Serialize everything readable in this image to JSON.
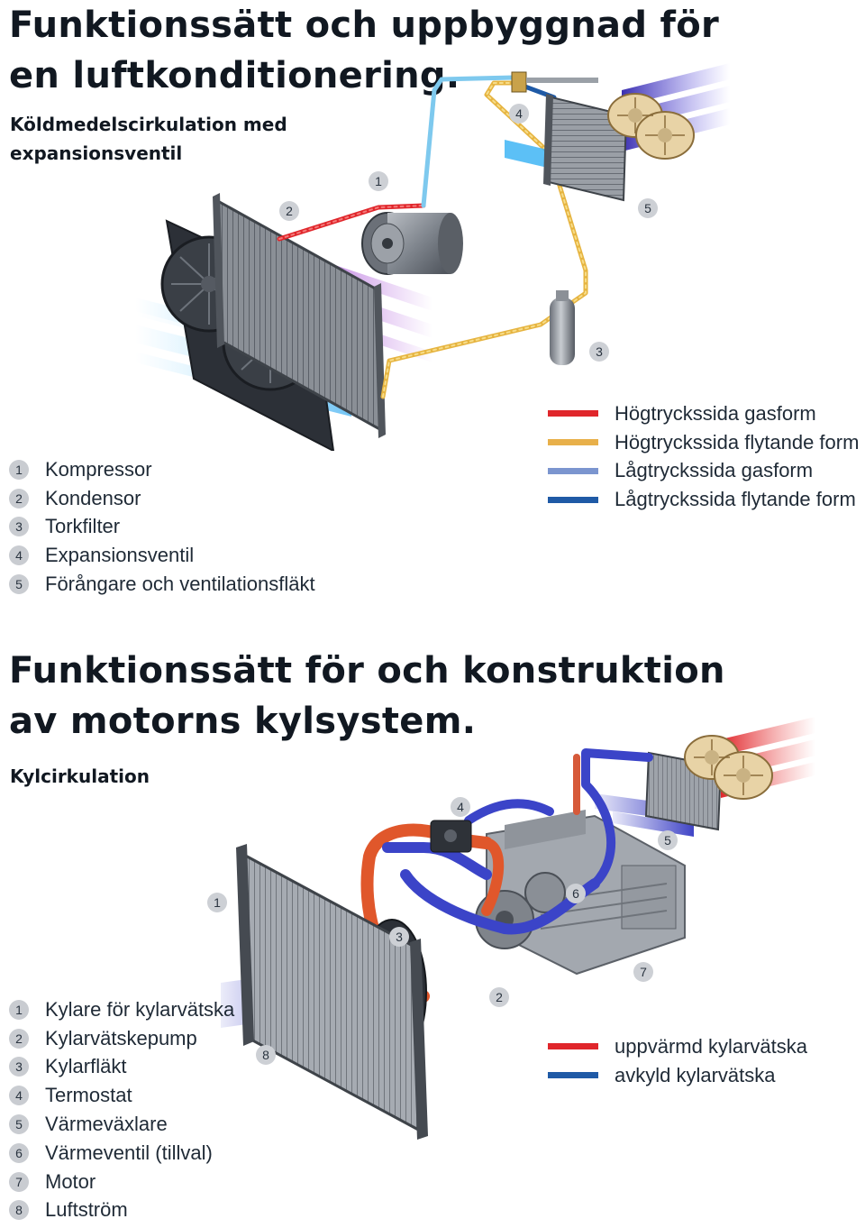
{
  "ac_section": {
    "title_line1": "Funktionssätt och uppbyggnad för",
    "title_line2": "en luftkonditionering.",
    "subtitle_line1": "Köldmedelscirkulation med",
    "subtitle_line2": "expansionsventil",
    "callouts": [
      "1",
      "2",
      "3",
      "4",
      "5"
    ],
    "components": [
      {
        "num": "1",
        "label": "Kompressor"
      },
      {
        "num": "2",
        "label": "Kondensor"
      },
      {
        "num": "3",
        "label": "Torkfilter"
      },
      {
        "num": "4",
        "label": "Expansionsventil"
      },
      {
        "num": "5",
        "label": "Förångare och ventilationsfläkt"
      }
    ],
    "line_key": [
      {
        "label": "Högtryckssida gasform",
        "color": "#e0262b"
      },
      {
        "label": "Högtryckssida flytande form",
        "color": "#e8b04a"
      },
      {
        "label": "Lågtryckssida gasform",
        "color": "#7b95cf"
      },
      {
        "label": "Lågtryckssida flytande form",
        "color": "#1f5aa6"
      }
    ]
  },
  "cooling_section": {
    "title_line1": "Funktionssätt för och konstruktion",
    "title_line2": "av motorns kylsystem.",
    "subtitle": "Kylcirkulation",
    "callouts": [
      "1",
      "2",
      "3",
      "4",
      "5",
      "6",
      "7",
      "8"
    ],
    "components": [
      {
        "num": "1",
        "label": "Kylare för kylarvätska"
      },
      {
        "num": "2",
        "label": "Kylarvätskepump"
      },
      {
        "num": "3",
        "label": "Kylarfläkt"
      },
      {
        "num": "4",
        "label": "Termostat"
      },
      {
        "num": "5",
        "label": "Värmeväxlare"
      },
      {
        "num": "6",
        "label": "Värmeventil (tillval)"
      },
      {
        "num": "7",
        "label": "Motor"
      },
      {
        "num": "8",
        "label": "Luftström"
      }
    ],
    "line_key": [
      {
        "label": "uppvärmd kylarvätska",
        "color": "#e0262b"
      },
      {
        "label": "avkyld kylarvätska",
        "color": "#1f5aa6"
      }
    ]
  }
}
